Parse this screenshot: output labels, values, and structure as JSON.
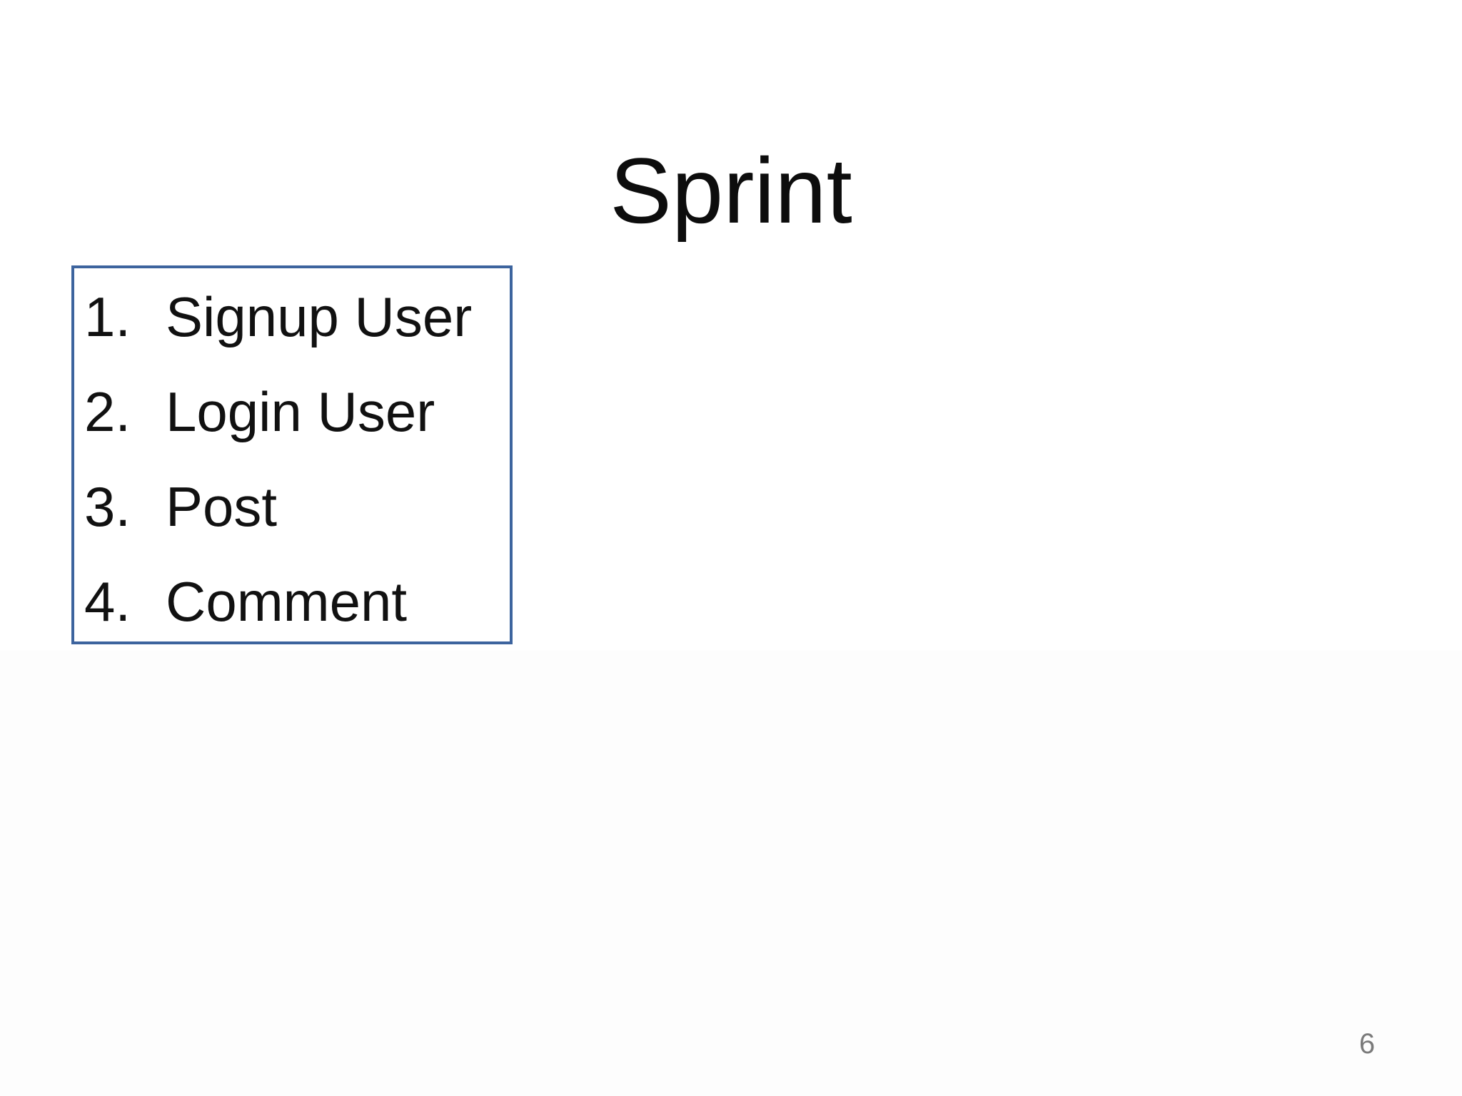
{
  "slide": {
    "title": "Sprint",
    "page_number": "6",
    "sprint_items": [
      {
        "number": "1.",
        "label": "Signup User"
      },
      {
        "number": "2.",
        "label": "Login User"
      },
      {
        "number": "3.",
        "label": "Post"
      },
      {
        "number": "4.",
        "label": "Comment"
      }
    ],
    "colors": {
      "box_border": "#3d649e",
      "title_text": "#0d0d0d",
      "body_text": "#111111",
      "page_number_text": "#7a7a7a",
      "background": "#ffffff"
    }
  }
}
